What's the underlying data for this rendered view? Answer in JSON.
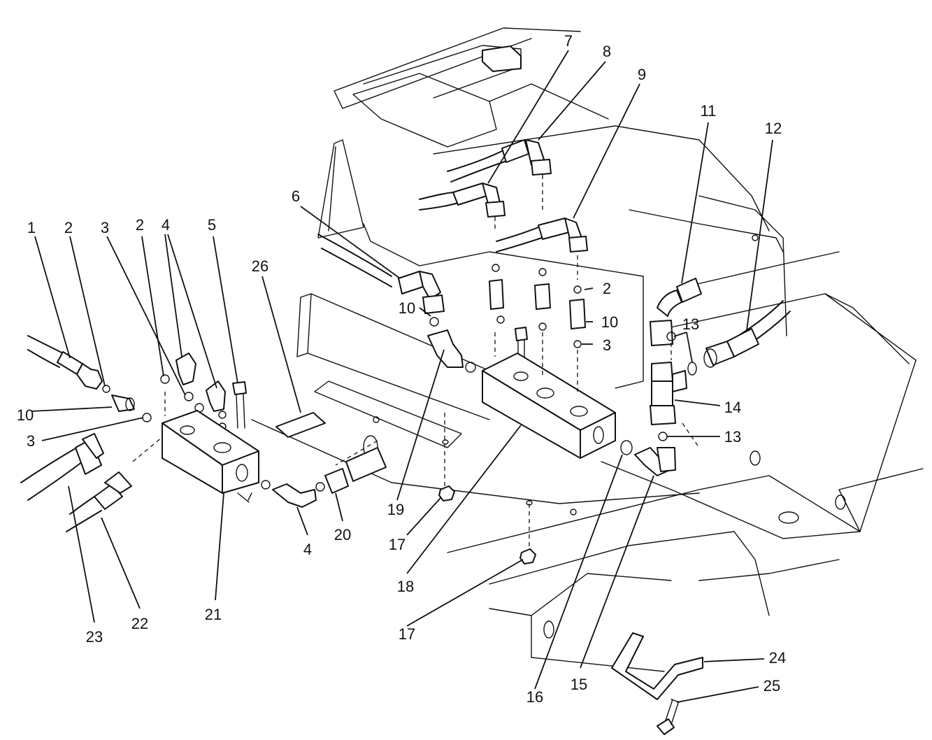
{
  "callouts": {
    "c1": "1",
    "c2a": "2",
    "c3a": "3",
    "c2b": "2",
    "c4a": "4",
    "c5": "5",
    "c26": "26",
    "c6": "6",
    "c7": "7",
    "c8": "8",
    "c9": "9",
    "c11": "11",
    "c12": "12",
    "c10a": "10",
    "c3b": "3",
    "c10b": "10",
    "c2c": "2",
    "c10c": "10",
    "c3c": "3",
    "c13a": "13",
    "c14": "14",
    "c13b": "13",
    "c19": "19",
    "c17a": "17",
    "c18": "18",
    "c4b": "4",
    "c20": "20",
    "c21": "21",
    "c22": "22",
    "c23": "23",
    "c17b": "17",
    "c16": "16",
    "c15": "15",
    "c24": "24",
    "c25": "25"
  }
}
